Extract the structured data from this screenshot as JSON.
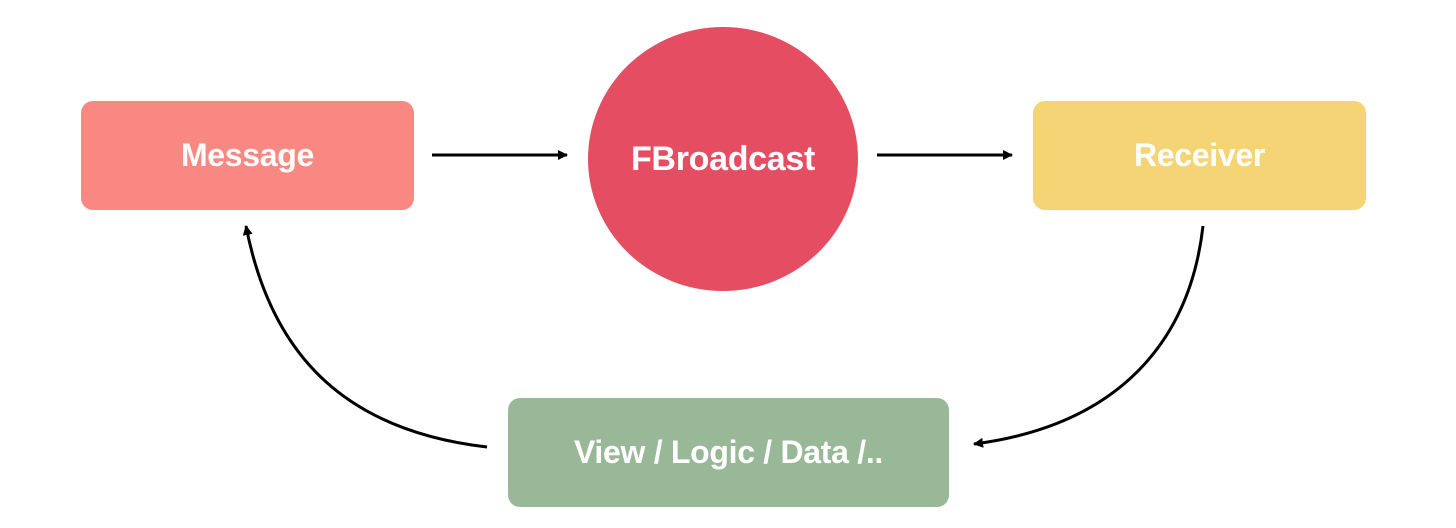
{
  "nodes": {
    "message": {
      "label": "Message",
      "color": "#fa8882"
    },
    "fbroadcast": {
      "label": "FBroadcast",
      "color": "#e54d62"
    },
    "receiver": {
      "label": "Receiver",
      "color": "#f5d476"
    },
    "view": {
      "label": "View / Logic / Data /..",
      "color": "#99b898"
    }
  },
  "edges": [
    {
      "from": "Message",
      "to": "FBroadcast"
    },
    {
      "from": "FBroadcast",
      "to": "Receiver"
    },
    {
      "from": "Receiver",
      "to": "View / Logic / Data /.."
    },
    {
      "from": "View / Logic / Data /..",
      "to": "Message"
    }
  ],
  "edge_color": "#000000"
}
